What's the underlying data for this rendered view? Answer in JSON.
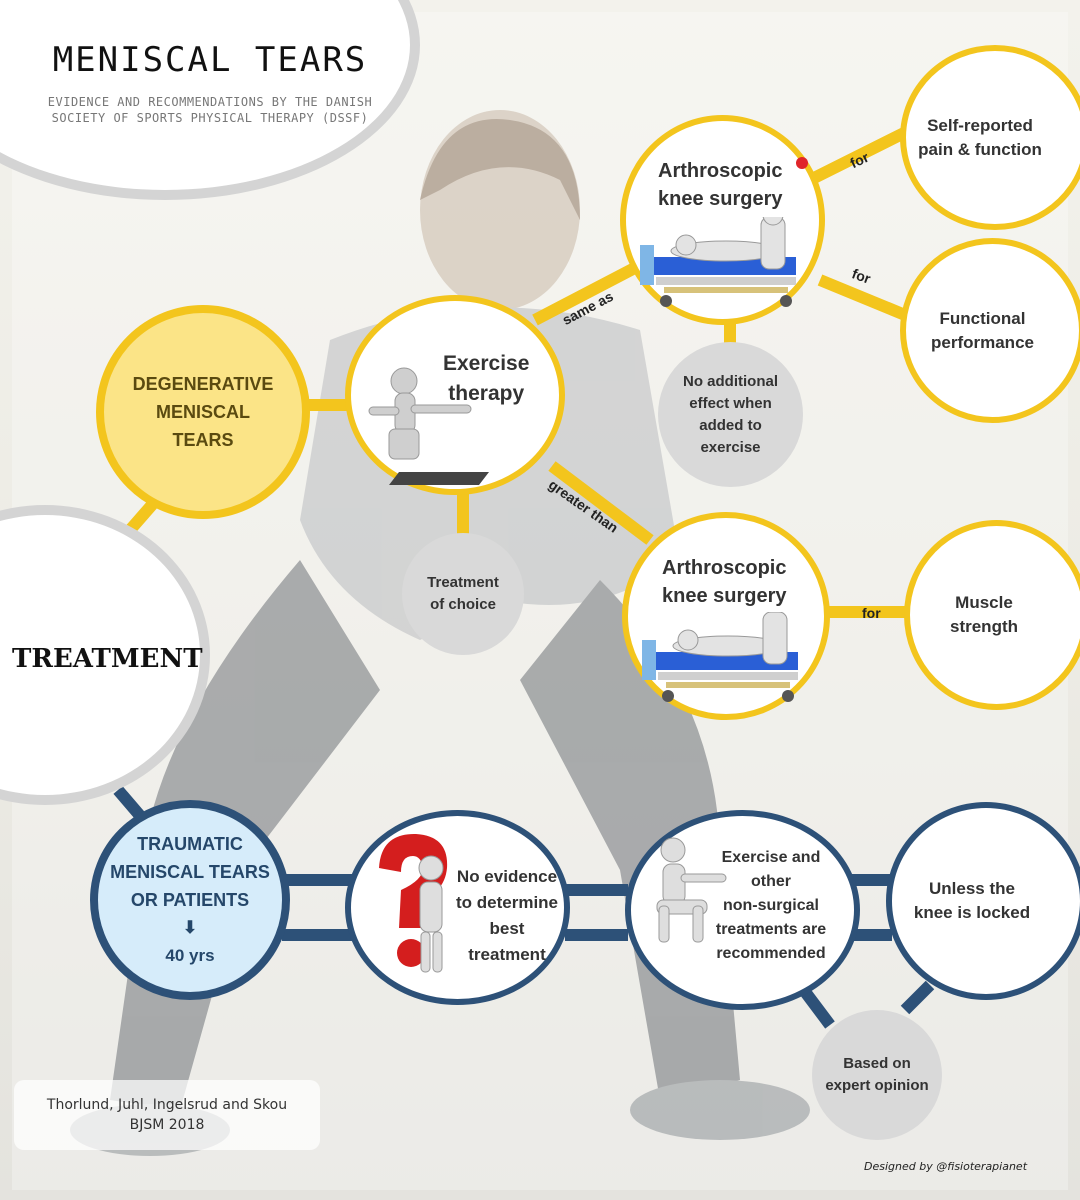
{
  "header": {
    "title": "MENISCAL TEARS",
    "subtitle_line1": "EVIDENCE AND RECOMMENDATIONS BY THE DANISH",
    "subtitle_line2": "SOCIETY OF SPORTS PHYSICAL THERAPY (DSSF)"
  },
  "treatment": {
    "label": "TREATMENT"
  },
  "degenerative": {
    "title_line1": "DEGENERATIVE",
    "title_line2": "MENISCAL",
    "title_line3": "TEARS",
    "exercise_line1": "Exercise",
    "exercise_line2": "therapy",
    "treatment_choice_line1": "Treatment",
    "treatment_choice_line2": "of choice",
    "surgery_line1": "Arthroscopic",
    "surgery_line2": "knee surgery",
    "surgery2_line1": "Arthroscopic",
    "surgery2_line2": "knee surgery",
    "same_as": "same as",
    "greater_than": "greater than",
    "no_effect_line1": "No additional",
    "no_effect_line2": "effect when",
    "no_effect_line3": "added to",
    "no_effect_line4": "exercise",
    "for_1": "for",
    "for_2": "for",
    "for_3": "for",
    "outcome1_line1": "Self-reported",
    "outcome1_line2": "pain & function",
    "outcome2_line1": "Functional",
    "outcome2_line2": "performance",
    "outcome3_line1": "Muscle",
    "outcome3_line2": "strength"
  },
  "traumatic": {
    "title_line1": "TRAUMATIC",
    "title_line2": "MENISCAL TEARS",
    "title_line3": "OR PATIENTS",
    "age": "40 yrs",
    "no_evidence_line1": "No evidence",
    "no_evidence_line2": "to determine",
    "no_evidence_line3": "best",
    "no_evidence_line4": "treatment",
    "exercise_line1": "Exercise and",
    "exercise_line2": "other",
    "exercise_line3": "non-surgical",
    "exercise_line4": "treatments are",
    "exercise_line5": "recommended",
    "locked_line1": "Unless the",
    "locked_line2": "knee is locked",
    "expert_line1": "Based on",
    "expert_line2": "expert opinion"
  },
  "credits": {
    "authors": "Thorlund, Juhl, Ingelsrud and Skou",
    "journal": "BJSM 2018",
    "designed_by": "Designed by @fisioterapianet"
  },
  "colors": {
    "yellow": "#f3c51d",
    "yellow_fill": "#fbe487",
    "blue": "#2d5178",
    "blue_fill": "#d6ecfa",
    "grey": "#d9d9d9"
  },
  "icons": [
    "figure-squat-icon",
    "hospital-bed-icon",
    "question-mark-icon",
    "thinking-figure-icon",
    "down-arrow-icon"
  ]
}
